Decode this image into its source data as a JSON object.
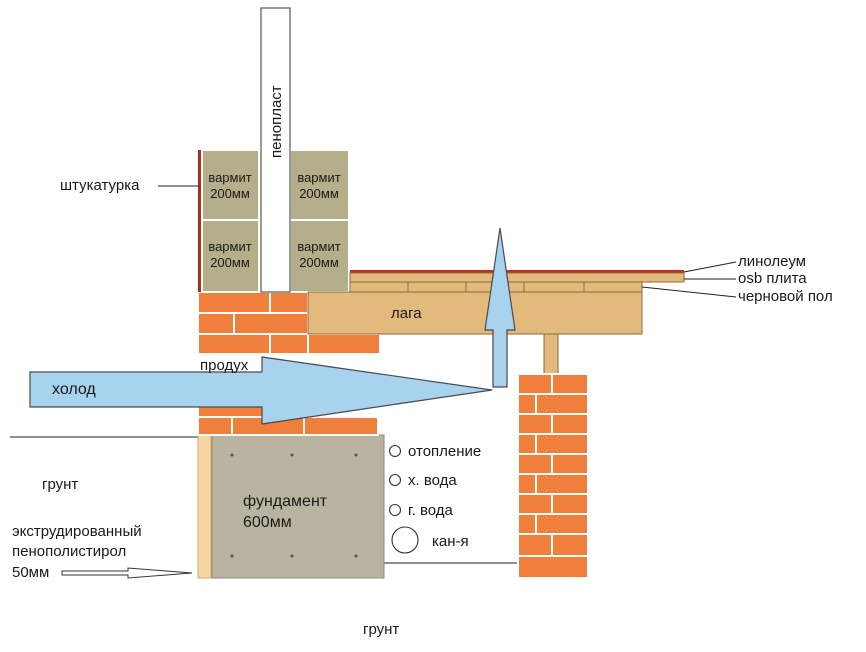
{
  "labels": {
    "penoplast": "пенопласт",
    "shtukaturka": "штукатурка",
    "varmit": "вармит",
    "varmit_size": "200мм",
    "linoleum": "линолеум",
    "osb": "osb плита",
    "chernovoy_pol": "черновой пол",
    "laga": "лага",
    "produkh": "продух",
    "kholod": "холод",
    "otoplenie": "отопление",
    "kh_voda": "х. вода",
    "g_voda": "г. вода",
    "kanya": "кан-я",
    "grunt": "грунт",
    "fundament": "фундамент",
    "fundament_size": "600мм",
    "xps_1": "экструдированный",
    "xps_2": "пенополистирол",
    "xps_3": "50мм"
  },
  "colors": {
    "brick": "#f07f3c",
    "varmit_block": "#b5ae8b",
    "foundation": "#b9b4a0",
    "wood": "#e2ba7c",
    "linoleum": "#c0301e",
    "arrow": "#a7d3ef",
    "xps": "#f7d6a4",
    "plaster": "#b02a1e"
  }
}
